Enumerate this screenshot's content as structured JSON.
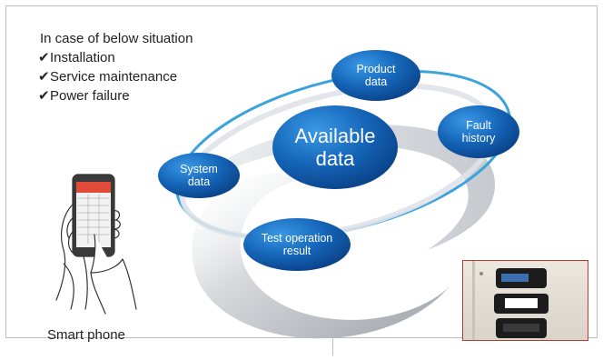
{
  "intro": {
    "heading": "In case of below situation",
    "items": [
      "Installation",
      "Service maintenance",
      "Power failure"
    ],
    "check_glyph": "✔"
  },
  "phone": {
    "label": "Smart phone"
  },
  "nodes": {
    "available": [
      "Available",
      "data"
    ],
    "product": [
      "Product",
      "data"
    ],
    "fault": [
      "Fault",
      "history"
    ],
    "system": [
      "System",
      "data"
    ],
    "test": [
      "Test operation",
      "result"
    ]
  },
  "colors": {
    "node_dark": "#0b4f9c",
    "node_light": "#2a86d6",
    "orbit": "#3aa3dc",
    "photo_border": "#c0392b"
  }
}
